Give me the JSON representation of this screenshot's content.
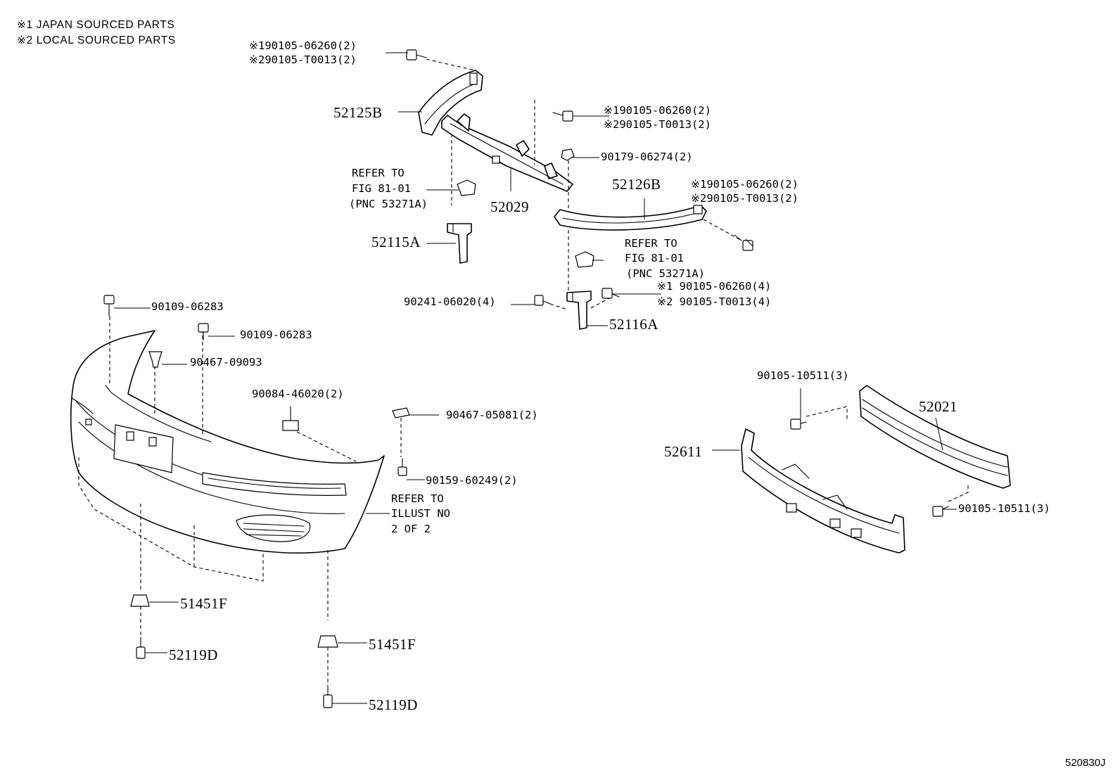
{
  "legend": {
    "line1": "※1 JAPAN SOURCED PARTS",
    "line2": "※2 LOCAL SOURCED PARTS"
  },
  "figure_code": "520830J",
  "callouts": {
    "bolt_top_left_1": "※190105-06260(2)",
    "bolt_top_left_2": "※290105-T0013(2)",
    "part_52125B": "52125B",
    "bolt_top_mid_1": "※190105-06260(2)",
    "bolt_top_mid_2": "※290105-T0013(2)",
    "nut_90179": "90179-06274(2)",
    "refer_left_1": "REFER TO",
    "refer_left_2": "FIG 81-01",
    "refer_left_3": "(PNC 53271A)",
    "part_52029": "52029",
    "part_52126B": "52126B",
    "bolt_right_1": "※190105-06260(2)",
    "bolt_right_2": "※290105-T0013(2)",
    "part_52115A": "52115A",
    "refer_mid_1": "REFER TO",
    "refer_mid_2": "FIG 81-01",
    "refer_mid_3": "(PNC 53271A)",
    "bolt_90241": "90241-06020(4)",
    "bolt_52116_1": "※1 90105-06260(4)",
    "bolt_52116_2": "※2 90105-T0013(4)",
    "part_52116A": "52116A",
    "bolt_90109_a": "90109-06283",
    "bolt_90109_b": "90109-06283",
    "clip_90467_09093": "90467-09093",
    "nut_90084": "90084-46020(2)",
    "clip_90467_05081": "90467-05081(2)",
    "screw_90159": "90159-60249(2)",
    "refer_bottom_1": "REFER TO",
    "refer_bottom_2": "ILLUST NO",
    "refer_bottom_3": "2 OF 2",
    "part_51451F_a": "51451F",
    "part_52119D_a": "52119D",
    "part_51451F_b": "51451F",
    "part_52119D_b": "52119D",
    "bolt_90105_10511_top": "90105-10511(3)",
    "part_52021": "52021",
    "part_52611": "52611",
    "bolt_90105_10511_bottom": "90105-10511(3)"
  }
}
